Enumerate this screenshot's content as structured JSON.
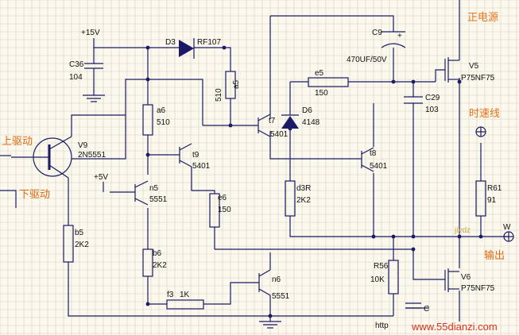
{
  "labels": {
    "pos_supply": "正电源",
    "speed_line": "时速线",
    "output": "输出",
    "upper_drive": "上驱动",
    "lower_drive": "下驱动",
    "v15": "+15V",
    "v5": "+5V",
    "w": "W",
    "jiyd": "jiydz",
    "url": "www.55dianzi.com",
    "http": "http"
  },
  "components": {
    "c36": {
      "ref": "C36",
      "value": "104"
    },
    "d3": {
      "ref": "D3",
      "value": "RF107"
    },
    "a5": {
      "ref": "a5",
      "value": "510"
    },
    "a6": {
      "ref": "a6",
      "value": "510"
    },
    "c9": {
      "ref": "C9",
      "value": "470UF/50V"
    },
    "e5": {
      "ref": "e5",
      "value": "150"
    },
    "d6": {
      "ref": "D6",
      "value": "4148"
    },
    "t7": {
      "ref": "t7",
      "value": "5401"
    },
    "t8": {
      "ref": "t8",
      "value": "5401"
    },
    "t9": {
      "ref": "t9",
      "value": "5401"
    },
    "v5": {
      "ref": "V5",
      "value": "P75NF75"
    },
    "v6": {
      "ref": "V6",
      "value": "P75NF75"
    },
    "c29": {
      "ref": "C29",
      "value": "103"
    },
    "r61": {
      "ref": "R61",
      "value": "91"
    },
    "v9": {
      "ref": "V9",
      "value": "2N5551"
    },
    "n5": {
      "ref": "n5",
      "value": "5551"
    },
    "n6": {
      "ref": "n6",
      "value": "5551"
    },
    "e6": {
      "ref": "e6",
      "value": "150"
    },
    "d3r": {
      "ref": "d3R",
      "value": "2K2"
    },
    "b5": {
      "ref": "b5",
      "value": "2K2"
    },
    "b6": {
      "ref": "b6",
      "value": "2K2"
    },
    "f3": {
      "ref": "f3",
      "value": "1K"
    },
    "r56": {
      "ref": "R56",
      "value": "10K"
    },
    "c_low": {
      "ref": "C"
    }
  },
  "colors": {
    "background": "#fbf8ee",
    "wire": "#1a1a66",
    "accent": "#e8741c",
    "url": "#e0301c"
  }
}
